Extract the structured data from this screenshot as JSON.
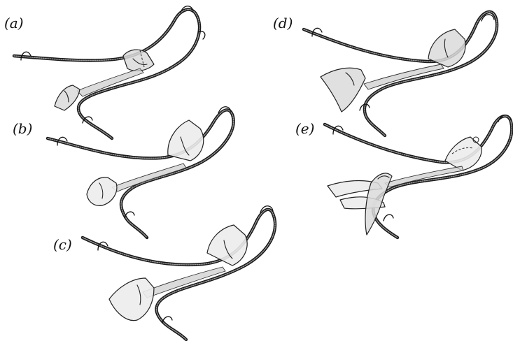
{
  "panels": [
    {
      "id": "a",
      "label": "(a)"
    },
    {
      "id": "b",
      "label": "(b)"
    },
    {
      "id": "c",
      "label": "(c)"
    },
    {
      "id": "d",
      "label": "(d)"
    },
    {
      "id": "e",
      "label": "(e)"
    }
  ]
}
